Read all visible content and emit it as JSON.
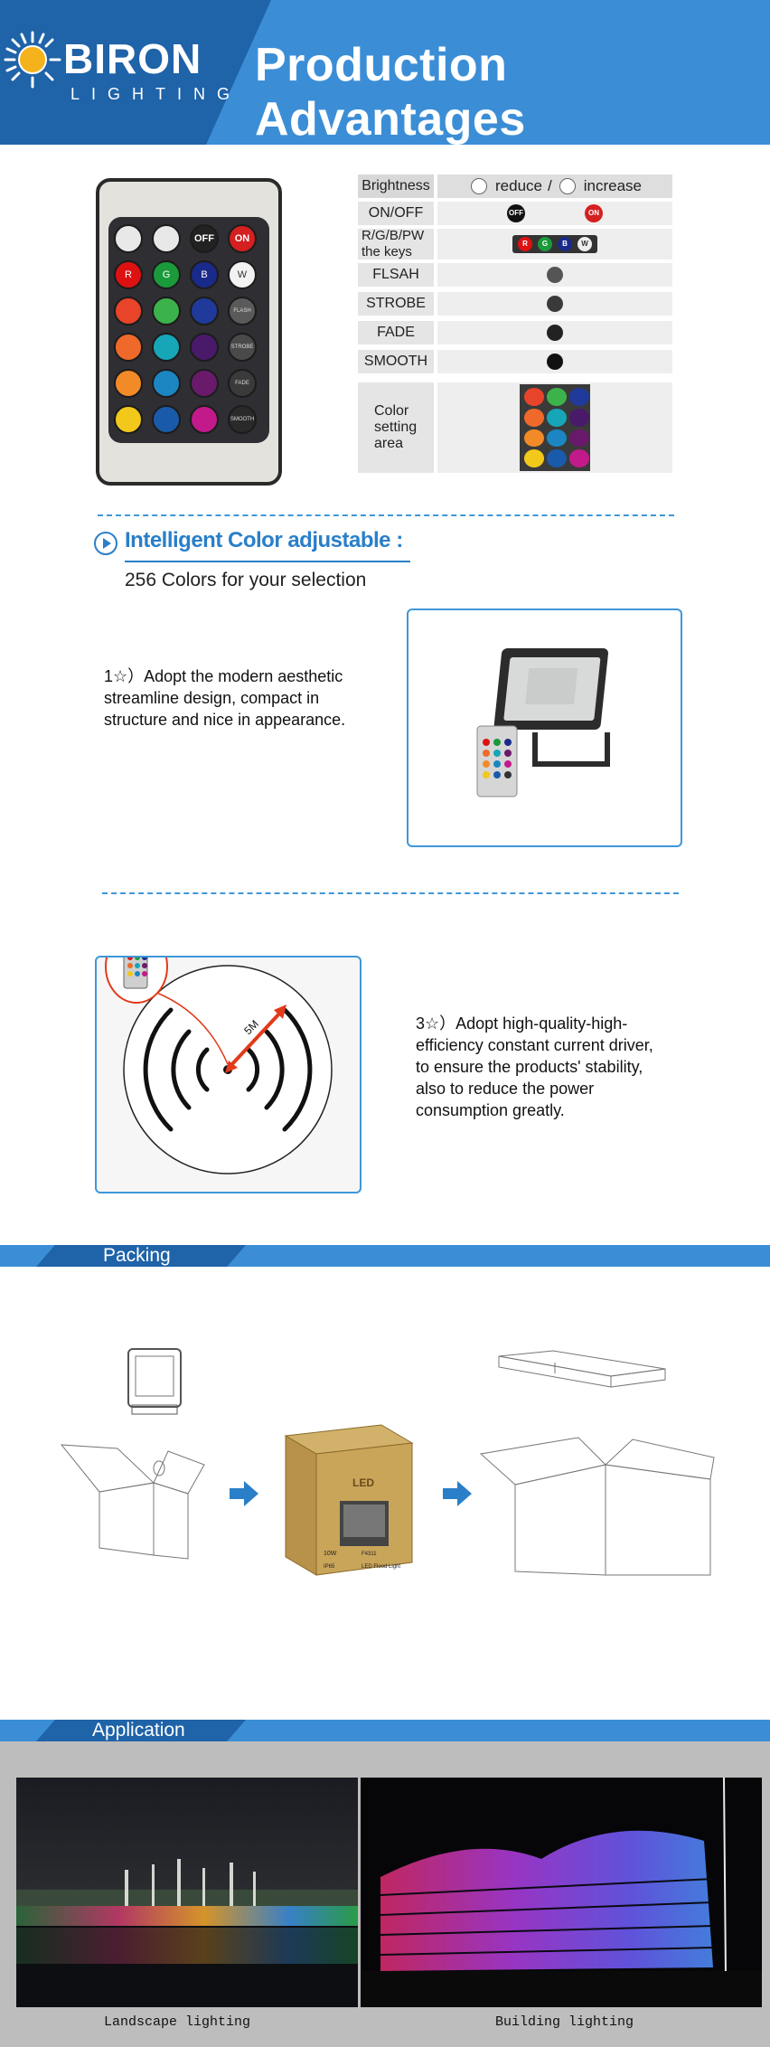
{
  "header": {
    "brand": "BIRON",
    "brand_sub": "LIGHTING",
    "title": "Production Advantages"
  },
  "remote": {
    "off_label": "OFF",
    "on_label": "ON",
    "r_label": "R",
    "g_label": "G",
    "b_label": "B",
    "w_label": "W",
    "side_labels": [
      "FLASH",
      "STROBE",
      "FADE",
      "SMOOTH"
    ]
  },
  "function_table": {
    "brightness_label": "Brightness",
    "reduce_label": "reduce",
    "separator": "/",
    "increase_label": "increase",
    "rows": [
      {
        "label": "ON/OFF"
      },
      {
        "label": "R/G/B/PW the keys"
      },
      {
        "label": "FLSAH"
      },
      {
        "label": "STROBE"
      },
      {
        "label": "FADE"
      },
      {
        "label": "SMOOTH"
      },
      {
        "label": "Color setting area"
      }
    ],
    "dot_labels": {
      "off": "OFF",
      "on": "ON",
      "r": "R",
      "g": "G",
      "b": "B",
      "w": "W"
    }
  },
  "section_color": {
    "title": "Intelligent Color adjustable :",
    "subtitle": "256 Colors for your selection"
  },
  "feature1": {
    "text": "1☆）Adopt the modern aesthetic streamline design, compact in structure and nice in appearance."
  },
  "feature3": {
    "text": "3☆）Adopt high-quality-high-efficiency constant current driver, to ensure the products' stability, also to reduce the power consumption greatly.",
    "range_label": "5M"
  },
  "packing": {
    "band_label": "Packing",
    "box_brand": "LED",
    "box_power": "10W",
    "box_ip": "IP65",
    "box_footer": "LED Flood Light",
    "box_model": "F4311"
  },
  "application": {
    "band_label": "Application",
    "captions": [
      "Landscape lighting",
      "Building lighting"
    ]
  },
  "colors": {
    "brand_blue": "#3b8ed6",
    "brand_dark": "#1f63a8",
    "accent": "#2a7fc8"
  }
}
